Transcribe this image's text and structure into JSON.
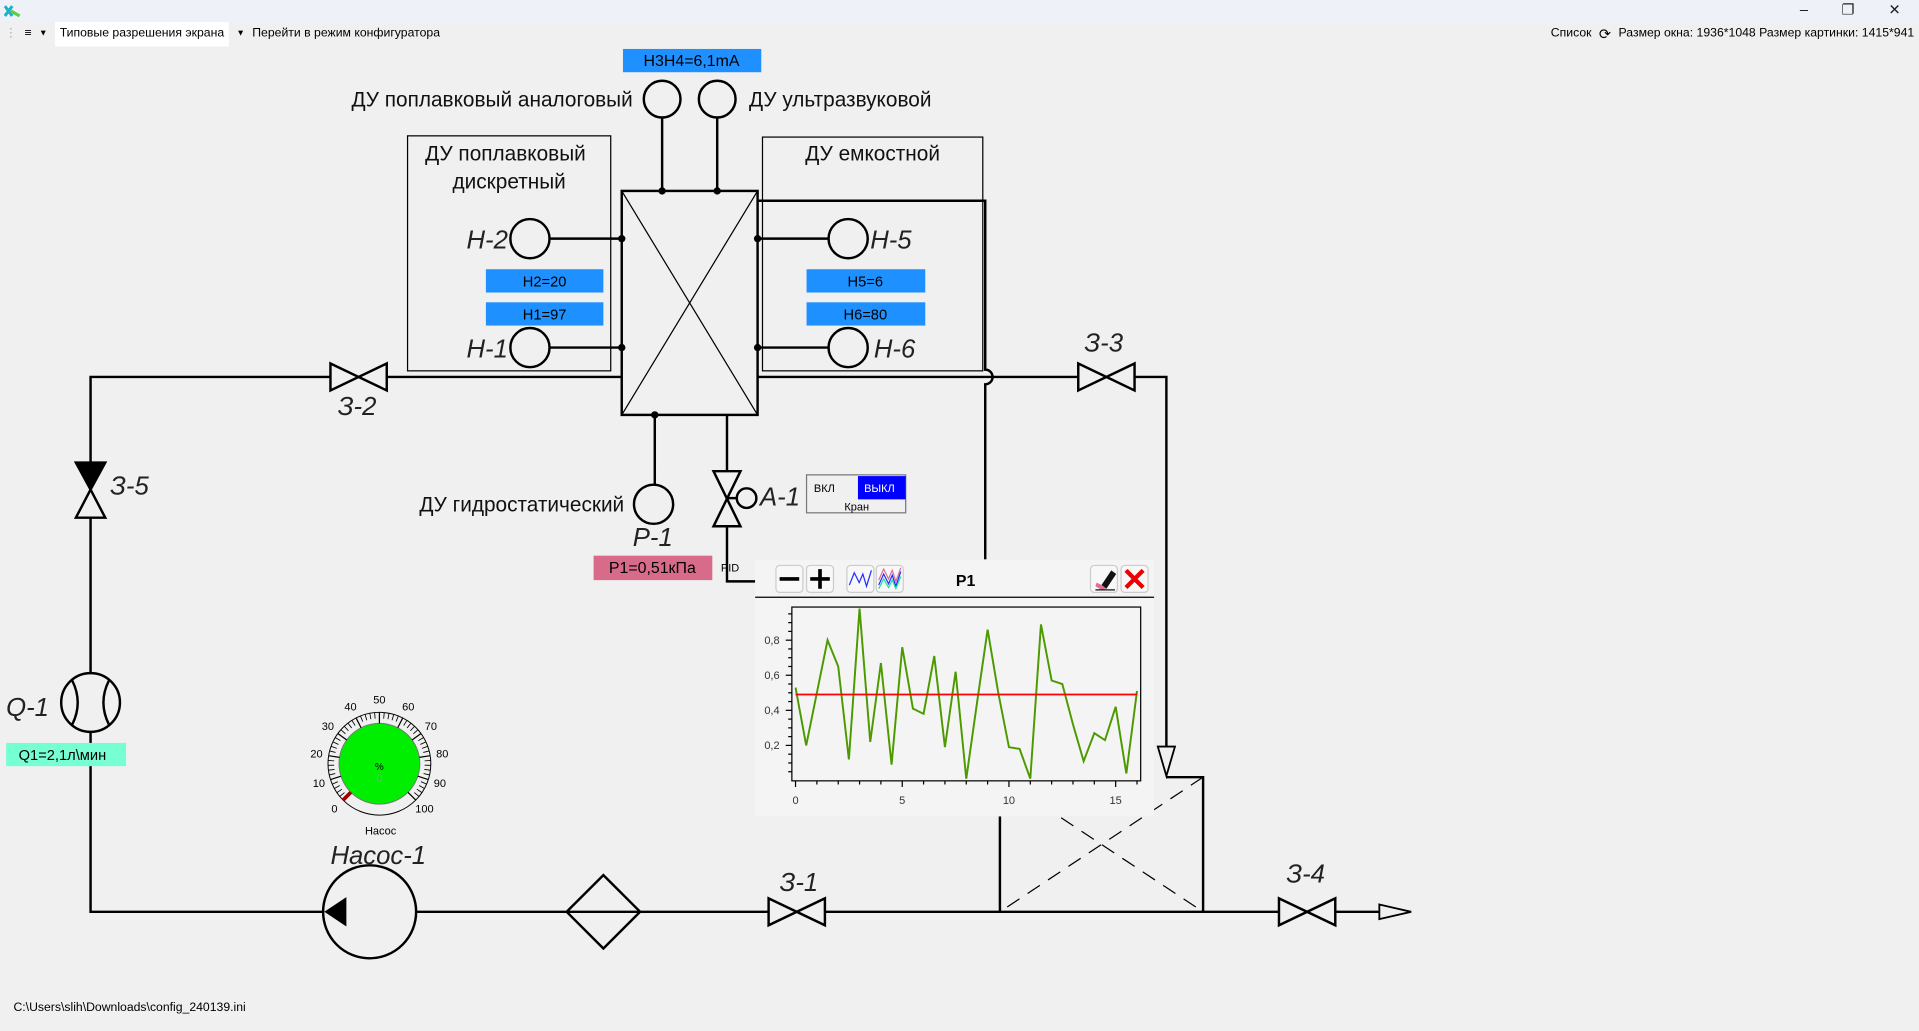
{
  "window": {
    "minimize_icon": "minimize-icon",
    "maximize_icon": "restore-icon",
    "close_icon": "close-icon"
  },
  "toolbar": {
    "menu_icon": "≡",
    "resolution_label": "Типовые разрешения экрана",
    "configurator_label": "Перейти в режим конфигуратора",
    "list_label": "Список",
    "refresh_icon": "⟳",
    "size_info": "Размер окна: 1936*1048 Размер картинки: 1415*941"
  },
  "diagram": {
    "h3h4_value": "H3H4=6,1mA",
    "float_analog_label": "ДУ поплавковый аналоговый",
    "ultrasonic_label": "ДУ ультразвуковой",
    "float_discrete_label_1": "ДУ поплавковый",
    "float_discrete_label_2": "дискретный",
    "capacitive_label": "ДУ емкостной",
    "hydrostatic_label": "ДУ гидростатический",
    "sensors": {
      "h2": "H-2",
      "h1": "H-1",
      "h5": "H-5",
      "h6": "H-6",
      "p1": "P-1",
      "q1": "Q-1",
      "a1": "A-1"
    },
    "values": {
      "h2": "H2=20",
      "h1": "H1=97",
      "h5": "H5=6",
      "h6": "H6=80",
      "p1": "P1=0,51кПа",
      "q1": "Q1=2,1л\\мин"
    },
    "valves": {
      "v2": "З-2",
      "v3": "З-3",
      "v5": "З-5",
      "v1": "З-1",
      "v4": "З-4"
    },
    "pump_label": "Насос-1",
    "pid_label": "PID",
    "switch": {
      "on": "ВКЛ",
      "off": "ВЫКЛ",
      "caption": "Кран",
      "state": "off"
    },
    "gauge": {
      "unit": "%",
      "value": 0,
      "caption": "Насос",
      "ticks": [
        "0",
        "10",
        "20",
        "30",
        "40",
        "50",
        "60",
        "70",
        "80",
        "90",
        "100"
      ]
    },
    "colors": {
      "blue_label": "#1e90ff",
      "pink_label": "#d96b8a",
      "cyan_label": "#77ffd4",
      "switch_active": "#0000ff",
      "gauge_fill": "#00ee00"
    }
  },
  "chart_panel": {
    "title": "P1",
    "zoom_out_icon": "minus-icon",
    "zoom_in_icon": "plus-icon",
    "trend_icon": "trend-icon",
    "multi_trend_icon": "multi-trend-icon",
    "eraser_icon": "eraser-icon",
    "close_icon": "close-icon"
  },
  "chart_data": {
    "type": "line",
    "title": "P1",
    "xlim": [
      0,
      16
    ],
    "ylim": [
      0,
      1
    ],
    "xticks": [
      "0",
      "5",
      "10",
      "15"
    ],
    "yticks": [
      "0,2",
      "0,4",
      "0,6",
      "0,8"
    ],
    "x": [
      0,
      0.5,
      1,
      1.5,
      2,
      2.5,
      3,
      3.5,
      4,
      4.5,
      5,
      5.5,
      6,
      6.5,
      7,
      7.5,
      8,
      8.5,
      9,
      9.5,
      10,
      10.5,
      11,
      11.5,
      12,
      12.5,
      13,
      13.5,
      14,
      14.5,
      15,
      15.5,
      16
    ],
    "series": [
      {
        "values": [
          0.53,
          0.2,
          0.5,
          0.8,
          0.65,
          0.12,
          0.98,
          0.22,
          0.67,
          0.09,
          0.76,
          0.41,
          0.38,
          0.71,
          0.19,
          0.62,
          0.01,
          0.44,
          0.86,
          0.5,
          0.19,
          0.18,
          0.01,
          0.89,
          0.57,
          0.55,
          0.32,
          0.11,
          0.27,
          0.23,
          0.42,
          0.04,
          0.51
        ],
        "color": "#4c9a00"
      },
      {
        "values": [
          0.49,
          0.49
        ],
        "x": [
          0,
          16
        ],
        "color": "#ff0000"
      }
    ],
    "grid": false
  },
  "footer": {
    "config_path": "C:\\Users\\slih\\Downloads\\config_240139.ini"
  }
}
